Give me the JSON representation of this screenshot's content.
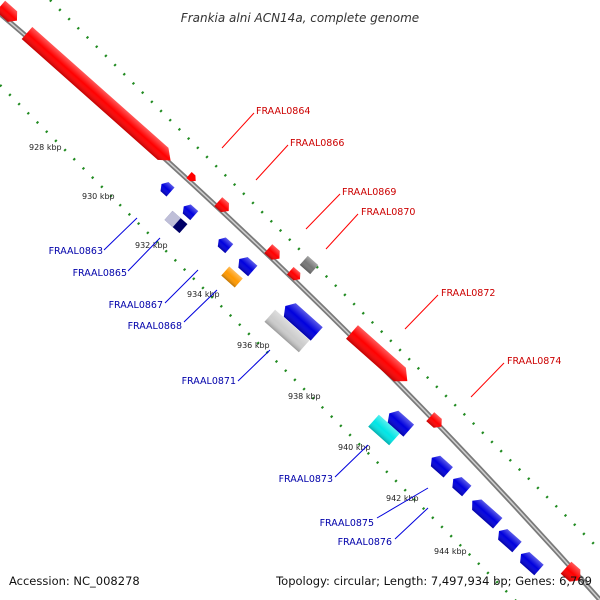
{
  "title": "Frankia alni ACN14a, complete genome",
  "footer": {
    "accession": "Accession: NC_008278",
    "info": "Topology: circular; Length: 7,497,934 bp; Genes: 6,769"
  },
  "colors": {
    "forward": "#ff0000",
    "reverse": "#0000dd",
    "forward_label": "#cc0000",
    "reverse_label": "#0000aa",
    "ticks": "#228b22",
    "backbone": "#888888"
  },
  "scale_labels": [
    {
      "label": "928 kbp",
      "kbp": 928
    },
    {
      "label": "930 kbp",
      "kbp": 930
    },
    {
      "label": "932 kbp",
      "kbp": 932
    },
    {
      "label": "934 kbp",
      "kbp": 934
    },
    {
      "label": "936 kbp",
      "kbp": 936
    },
    {
      "label": "938 kbp",
      "kbp": 938
    },
    {
      "label": "940 kbp",
      "kbp": 940
    },
    {
      "label": "942 kbp",
      "kbp": 942
    },
    {
      "label": "944 kbp",
      "kbp": 944
    }
  ],
  "forward_genes": [
    {
      "id": "FRAAL0864",
      "color": "#ff0000"
    },
    {
      "id": "FRAAL0866",
      "color": "#ff0000"
    },
    {
      "id": "FRAAL0869",
      "color": "#ff0000"
    },
    {
      "id": "FRAAL0870",
      "color": "#777777"
    },
    {
      "id": "FRAAL0872",
      "color": "#ff0000"
    },
    {
      "id": "FRAAL0874",
      "color": "#ff0000"
    }
  ],
  "reverse_genes": [
    {
      "id": "FRAAL0863",
      "color": "#0000dd"
    },
    {
      "id": "FRAAL0865",
      "color": "#0000dd"
    },
    {
      "id": "FRAAL0867",
      "color": "#0000dd"
    },
    {
      "id": "FRAAL0868",
      "color": "#ff9900"
    },
    {
      "id": "FRAAL0871",
      "color": "#cccccc"
    },
    {
      "id": "FRAAL0873",
      "color": "#00e5e5"
    },
    {
      "id": "FRAAL0875",
      "color": "#0000dd"
    },
    {
      "id": "FRAAL0876",
      "color": "#0000dd"
    }
  ]
}
